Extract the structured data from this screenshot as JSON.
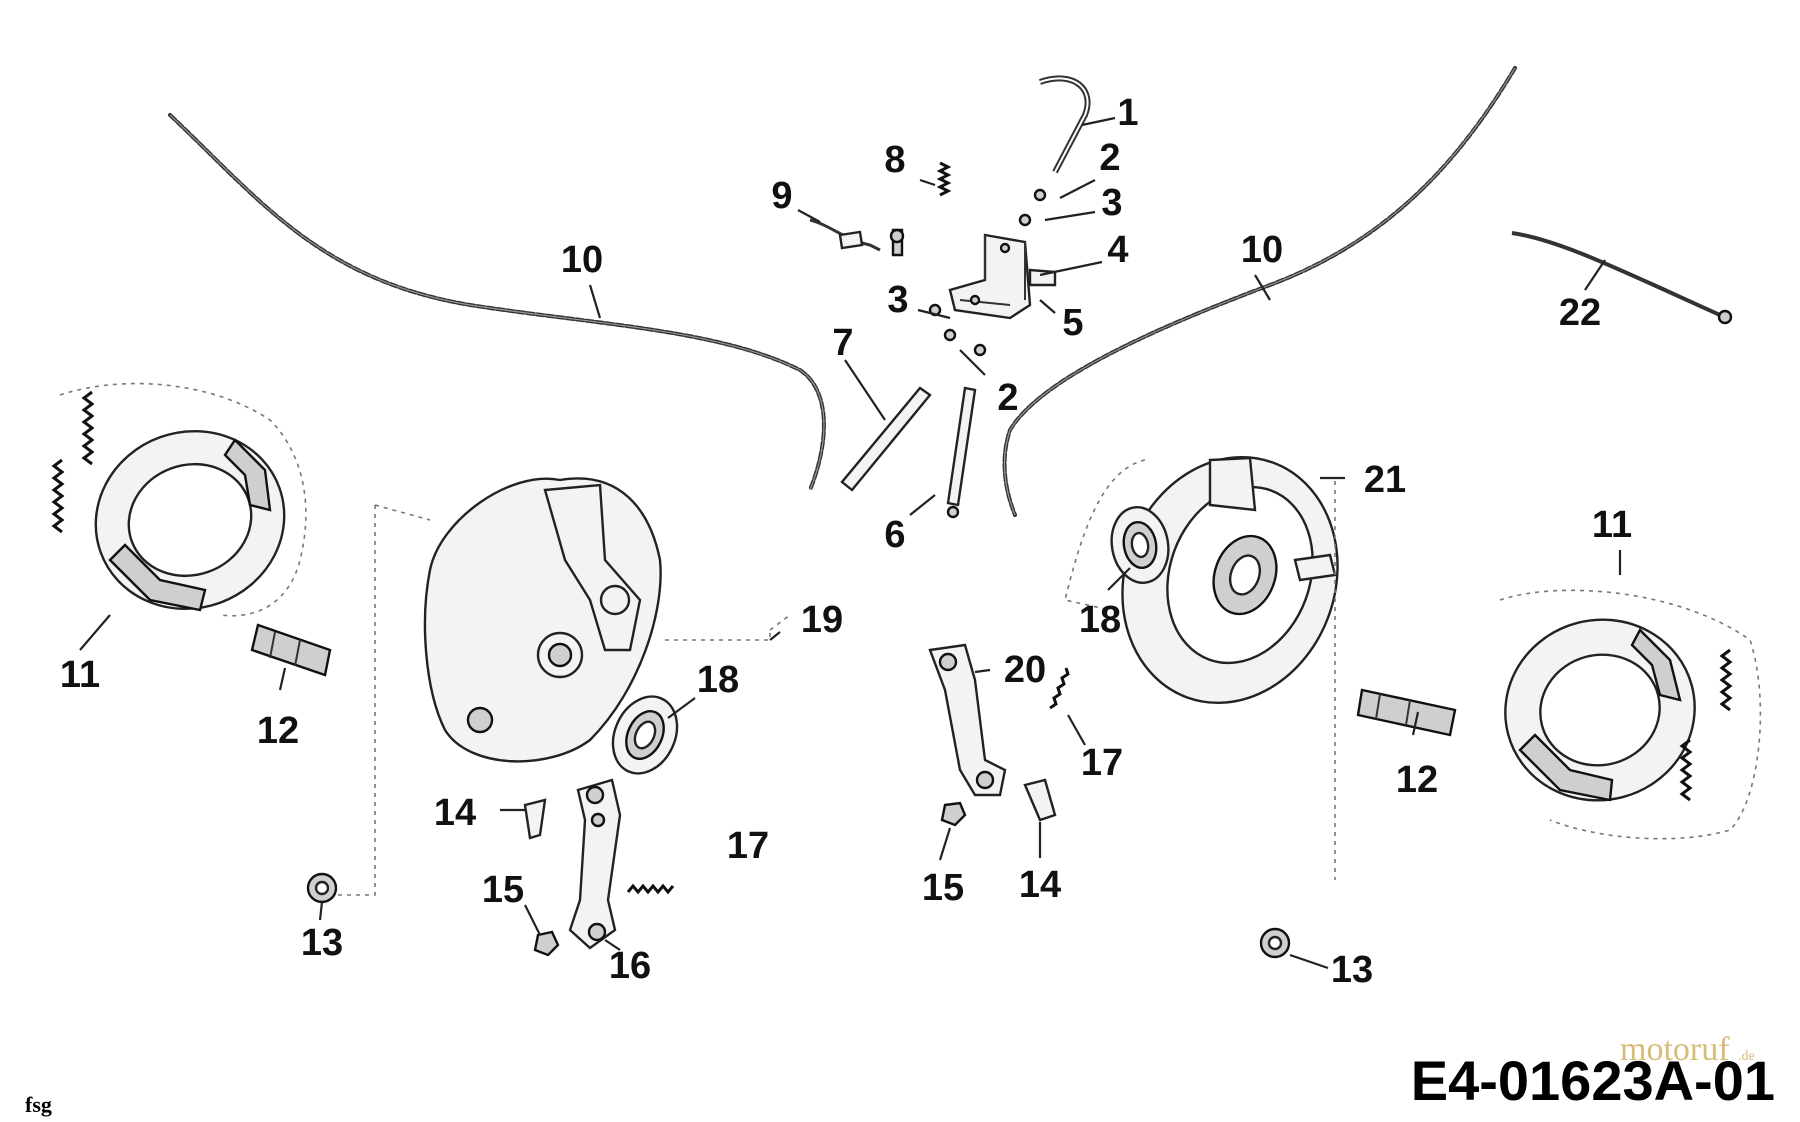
{
  "diagram": {
    "drawing_code": "E4-01623A-01",
    "credit": "fsg",
    "watermark": "motoruf",
    "watermark_suffix": ".de",
    "callouts": [
      {
        "id": "c1",
        "label": "1"
      },
      {
        "id": "c2a",
        "label": "2"
      },
      {
        "id": "c3a",
        "label": "3"
      },
      {
        "id": "c4",
        "label": "4"
      },
      {
        "id": "c3b",
        "label": "3"
      },
      {
        "id": "c5",
        "label": "5"
      },
      {
        "id": "c2b",
        "label": "2"
      },
      {
        "id": "c8",
        "label": "8"
      },
      {
        "id": "c9",
        "label": "9"
      },
      {
        "id": "c10a",
        "label": "10"
      },
      {
        "id": "c10b",
        "label": "10"
      },
      {
        "id": "c22",
        "label": "22"
      },
      {
        "id": "c7",
        "label": "7"
      },
      {
        "id": "c6",
        "label": "6"
      },
      {
        "id": "c21",
        "label": "21"
      },
      {
        "id": "c11a",
        "label": "11"
      },
      {
        "id": "c11b",
        "label": "11"
      },
      {
        "id": "c12a",
        "label": "12"
      },
      {
        "id": "c12b",
        "label": "12"
      },
      {
        "id": "c19",
        "label": "19"
      },
      {
        "id": "c18a",
        "label": "18"
      },
      {
        "id": "c18b",
        "label": "18"
      },
      {
        "id": "c20",
        "label": "20"
      },
      {
        "id": "c17a",
        "label": "17"
      },
      {
        "id": "c17b",
        "label": "17"
      },
      {
        "id": "c14a",
        "label": "14"
      },
      {
        "id": "c14b",
        "label": "14"
      },
      {
        "id": "c15a",
        "label": "15"
      },
      {
        "id": "c15b",
        "label": "15"
      },
      {
        "id": "c16",
        "label": "16"
      },
      {
        "id": "c13a",
        "label": "13"
      },
      {
        "id": "c13b",
        "label": "13"
      }
    ]
  }
}
